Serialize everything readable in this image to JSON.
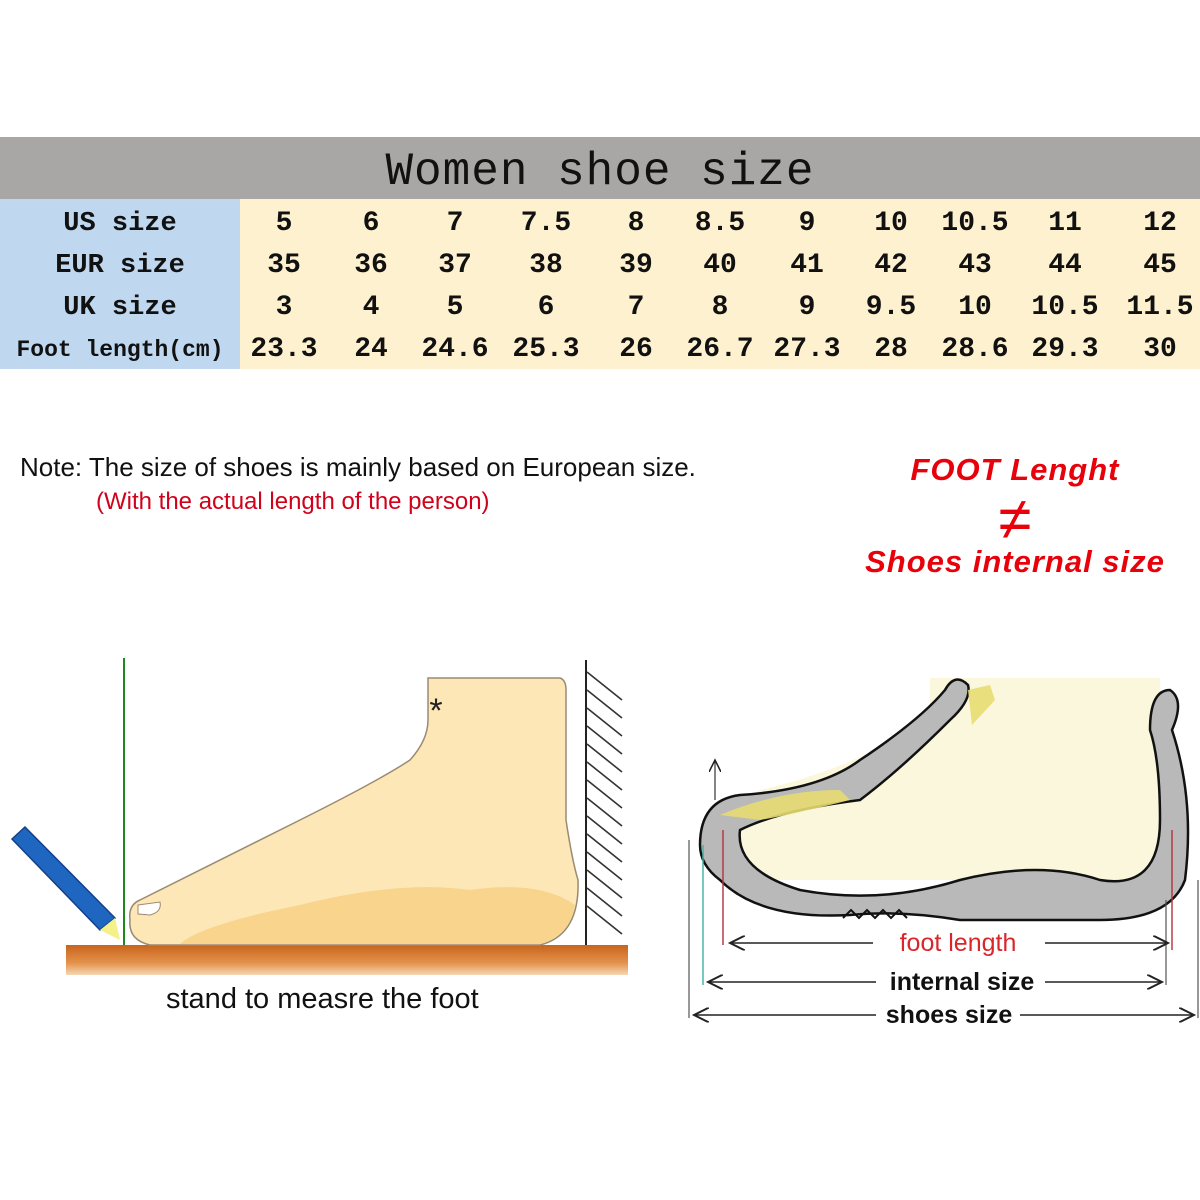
{
  "table": {
    "title": "Women shoe size",
    "colors": {
      "title_bg": "#a9a6a6",
      "label_bg": "#bfd8ef",
      "cell_bg": "#fef1cf"
    },
    "rows": [
      {
        "label": "US size",
        "values": [
          "5",
          "6",
          "7",
          "7.5",
          "8",
          "8.5",
          "9",
          "10",
          "10.5",
          "11",
          "12"
        ]
      },
      {
        "label": "EUR size",
        "values": [
          "35",
          "36",
          "37",
          "38",
          "39",
          "40",
          "41",
          "42",
          "43",
          "44",
          "45"
        ]
      },
      {
        "label": "UK size",
        "values": [
          "3",
          "4",
          "5",
          "6",
          "7",
          "8",
          "9",
          "9.5",
          "10",
          "10.5",
          "11.5"
        ]
      },
      {
        "label": "Foot length(cm)",
        "values": [
          "23.3",
          "24",
          "24.6",
          "25.3",
          "26",
          "26.7",
          "27.3",
          "28",
          "28.6",
          "29.3",
          "30"
        ]
      }
    ]
  },
  "note": {
    "text": "Note: The size of shoes is mainly based on European size.",
    "subtext": "(With the actual length of the person)"
  },
  "comparison": {
    "line1": "FOOT Lenght",
    "symbol": "≠",
    "line2": "Shoes internal size",
    "color": "#e8000b"
  },
  "left_diagram": {
    "caption": "stand to measre the foot",
    "icons": [
      "pencil-icon",
      "foot-icon",
      "wall-icon",
      "floor-icon",
      "asterisk-icon"
    ]
  },
  "right_diagram": {
    "labels": {
      "foot_length": "foot length",
      "internal_size": "internal size",
      "shoes_size": "shoes size"
    },
    "colors": {
      "foot_length": "#d9262b",
      "other": "#111111"
    }
  }
}
